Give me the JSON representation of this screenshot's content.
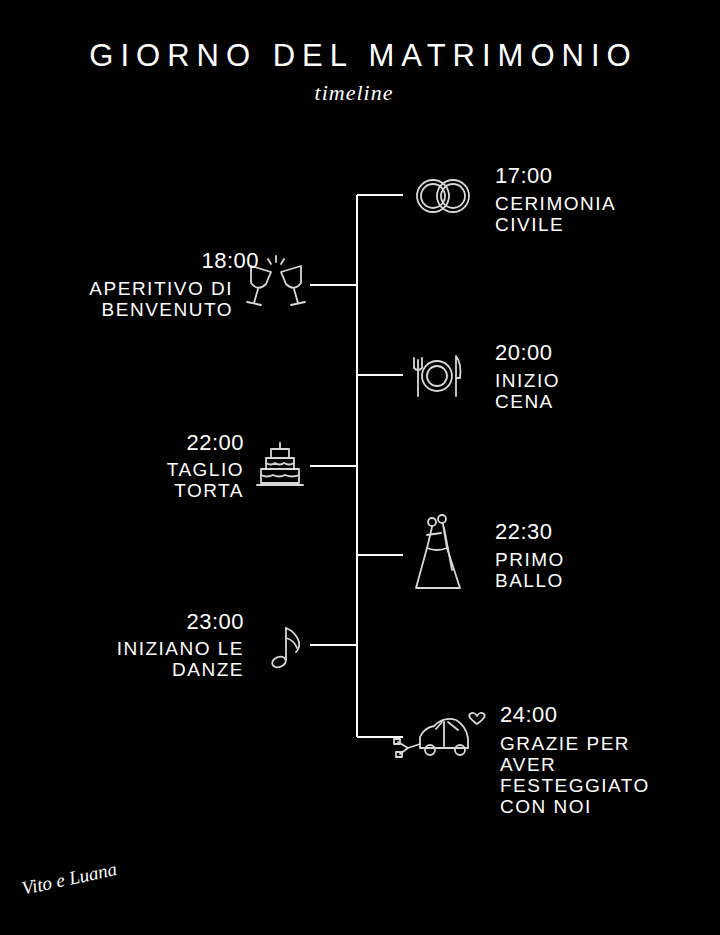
{
  "diagram": {
    "title": "GIORNO DEL MATRIMONIO",
    "labels": [
      "timeline",
      "17:00",
      "CERIMONIA CIVILE",
      "18:00",
      "APERITIVO DI BENVENUTO",
      "20:00",
      "INIZIO CENA",
      "22:00",
      "TAGLIO TORTA",
      "22:30",
      "PRIMO BALLO",
      "23:00",
      "INIZIANO LE DANZE",
      "24:00",
      "GRAZIE PER AVER FESTEGGIATO CON NOI",
      "Vito e Luana"
    ]
  }
}
